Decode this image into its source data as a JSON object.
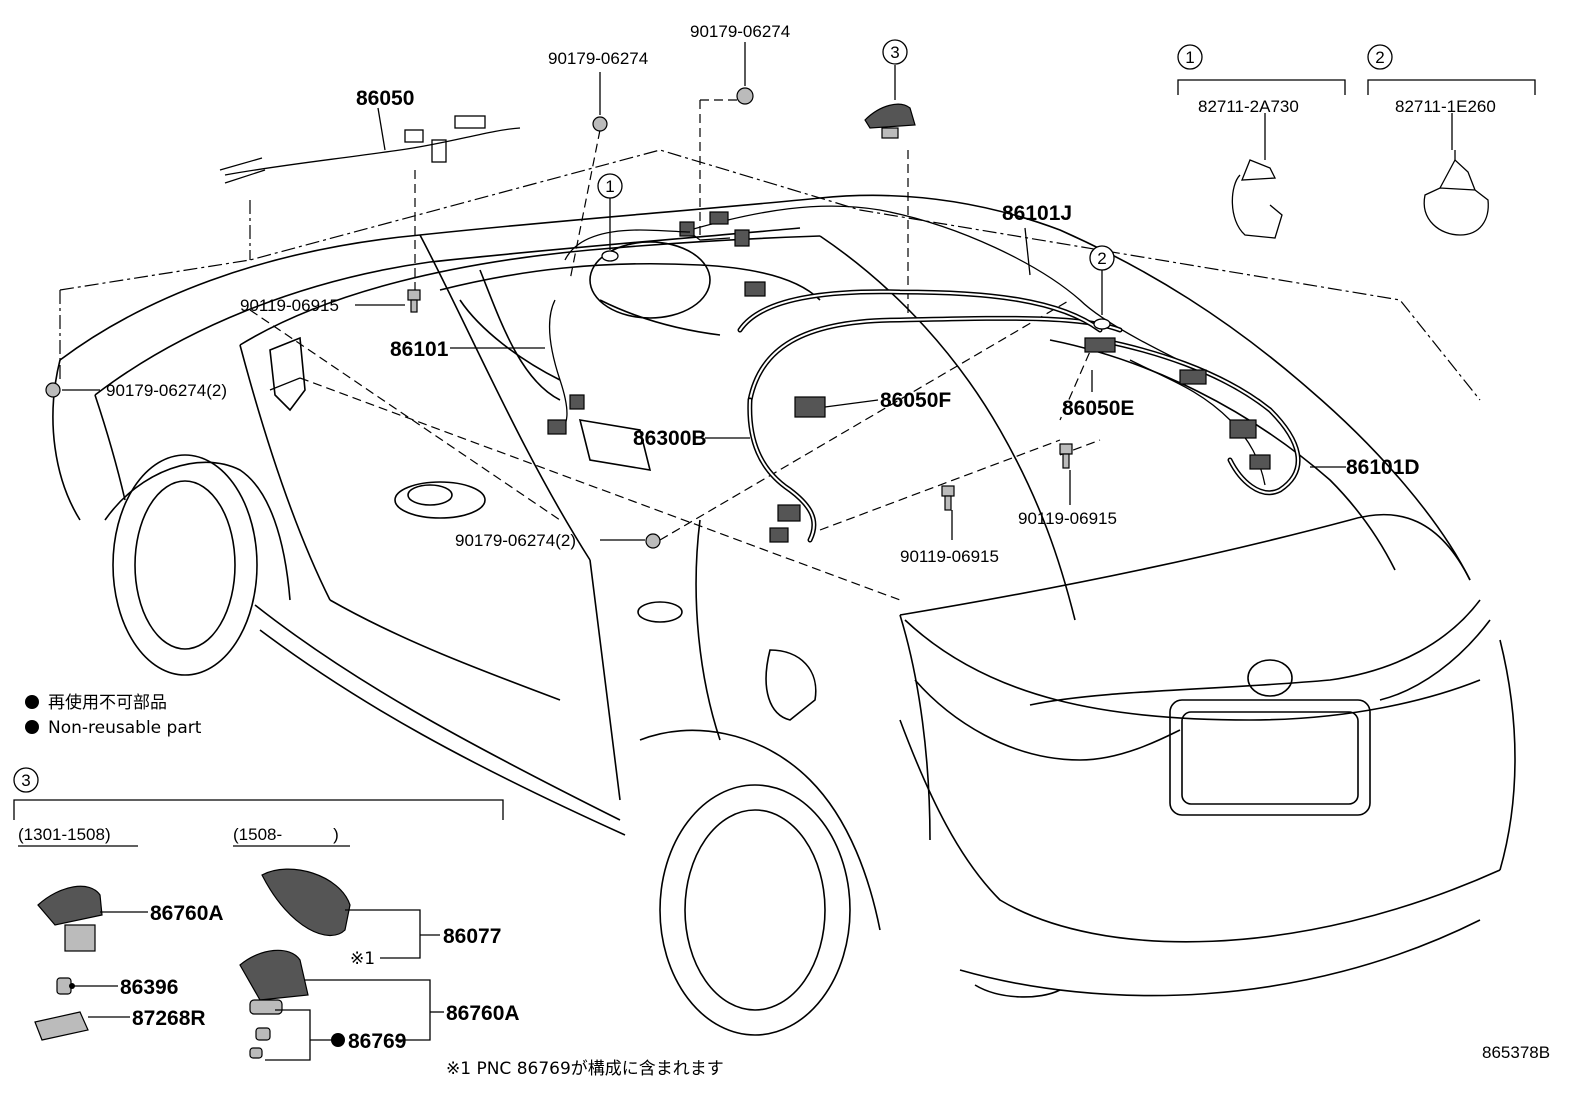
{
  "parts": {
    "p86050": "86050",
    "p86101j": "86101J",
    "p86101": "86101",
    "p86050f": "86050F",
    "p86050e": "86050E",
    "p86300b": "86300B",
    "p86101d": "86101D",
    "p86760a_1": "86760A",
    "p86396": "86396",
    "p87268r": "87268R",
    "p86077": "86077",
    "p86760a_2": "86760A",
    "p86769": "86769"
  },
  "fasteners": {
    "f_06274_a": "90179-06274",
    "f_06274_b": "90179-06274",
    "f_06915_a": "90119-06915",
    "f_06274_2a": "90179-06274(2)",
    "f_06274_2b": "90179-06274(2)",
    "f_06915_b": "90119-06915",
    "f_06915_c": "90119-06915"
  },
  "clips": {
    "c1_label": "82711-2A730",
    "c2_label": "82711-1E260"
  },
  "callouts": {
    "n1": "1",
    "n2": "2",
    "n3": "3"
  },
  "legend": {
    "jp": "再使用不可部品",
    "en": "Non-reusable part"
  },
  "detail3": {
    "range1": "(1301-1508)",
    "range2": "(1508-　　　)",
    "mark1": "※1"
  },
  "footnote": "※1 PNC 86769が構成に含まれます",
  "diagram_id": "865378B",
  "icons": {
    "bullet": "filled-circle",
    "callout": "circled-number"
  }
}
